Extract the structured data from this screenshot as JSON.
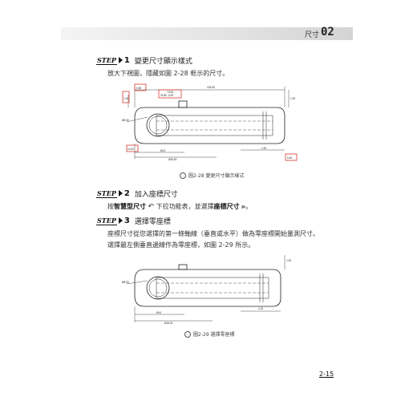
{
  "header": {
    "section_label": "尺寸",
    "chapter_number": "02"
  },
  "steps": [
    {
      "badge": "STEP",
      "number": "1",
      "title": "變更尺寸顯示樣式"
    },
    {
      "badge": "STEP",
      "number": "2",
      "title": "加入座標尺寸"
    },
    {
      "badge": "STEP",
      "number": "3",
      "title": "選擇零座標"
    }
  ],
  "paragraphs": {
    "step1": "放大下視圖，隱藏如圖 2-28 框示的尺寸。",
    "step2_pre": "按",
    "step2_bold1": "智慧型尺寸",
    "step2_mid": "下拉功能表，並選擇",
    "step2_bold2": "座標尺寸",
    "step2_post": "。",
    "step3_line1": "座標尺寸從您選擇的第一條軸線（垂直或水平）做為零座標開始量測尺寸。",
    "step3_line2": "選擇最左側垂直邊線作為零座標，如圖 2-29 所示。"
  },
  "figure1": {
    "caption": "圖2-28 變更尺寸顯示樣式",
    "dims": {
      "top_left_box": "0.50",
      "top_long": "103.50",
      "top_tol_a": "+0.05",
      "top_tol_b": "31.80 -0.00",
      "left_vertical": "1.00",
      "right_vertical": "1.00",
      "hole_dia": "Ø6.00",
      "bottom_left_box": "14.00",
      "bottom_small": "Ø14",
      "bottom_dia": "Ø16.00",
      "bottom_right": "1.00",
      "bottom_right_box": "0.40"
    }
  },
  "figure2": {
    "caption": "圖2-29 選擇零座標",
    "dims": {
      "right_vertical": "1.00",
      "hole_dia": "Ø6.00",
      "bottom_right": "1.00",
      "bottom_small": "Ø14",
      "bottom_dia": "Ø16.00"
    }
  },
  "page_number": "2-15",
  "colors": {
    "highlight_box": "#d43b2f",
    "line": "#222222"
  },
  "icons": {
    "smart_dimension": "smart-dimension-icon",
    "ordinate_dimension": "ordinate-dimension-icon",
    "caption_marker": "caption-marker-icon"
  }
}
